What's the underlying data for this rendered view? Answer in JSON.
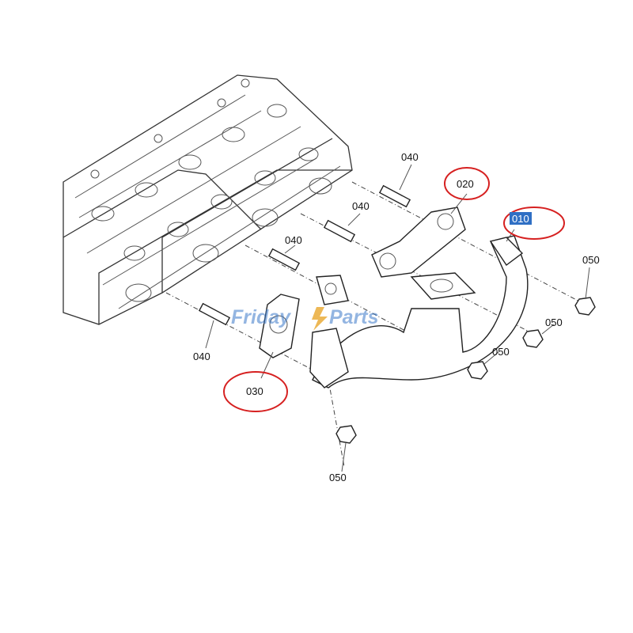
{
  "callouts": {
    "c010": "010",
    "c020": "020",
    "c030": "030",
    "c040a": "040",
    "c040b": "040",
    "c040c": "040",
    "c040d": "040",
    "c050a": "050",
    "c050b": "050",
    "c050c": "050",
    "c050d": "050"
  },
  "watermark": {
    "brand_left": "Friday",
    "brand_right": "Parts"
  },
  "colors": {
    "highlight_ring": "#d62020",
    "selected_label": "#2f6fc4",
    "watermark": "#3b79c9"
  }
}
